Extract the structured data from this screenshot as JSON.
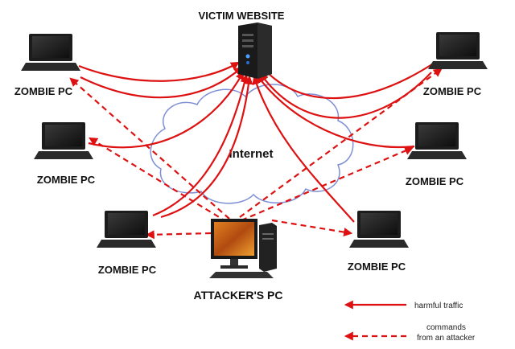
{
  "nodes": {
    "victim": {
      "label": "VICTIM WEBSITE",
      "icon": "server-icon"
    },
    "attacker": {
      "label": "ATTACKER'S PC",
      "icon": "desktop-pc-icon"
    },
    "internet": {
      "label": "Internet",
      "icon": "cloud-icon"
    },
    "zombies": [
      {
        "label": "ZOMBIE PC",
        "icon": "laptop-icon"
      },
      {
        "label": "ZOMBIE PC",
        "icon": "laptop-icon"
      },
      {
        "label": "ZOMBIE PC",
        "icon": "laptop-icon"
      },
      {
        "label": "ZOMBIE PC",
        "icon": "laptop-icon"
      },
      {
        "label": "ZOMBIE PC",
        "icon": "laptop-icon"
      },
      {
        "label": "ZOMBIE PC",
        "icon": "laptop-icon"
      }
    ]
  },
  "legend": {
    "harmful": "harmful traffic",
    "commands_line1": "commands",
    "commands_line2": "from an attacker"
  },
  "colors": {
    "arrow": "#dd1111",
    "cloud": "#7f8fd6",
    "laptop": "#1c1c1c"
  }
}
